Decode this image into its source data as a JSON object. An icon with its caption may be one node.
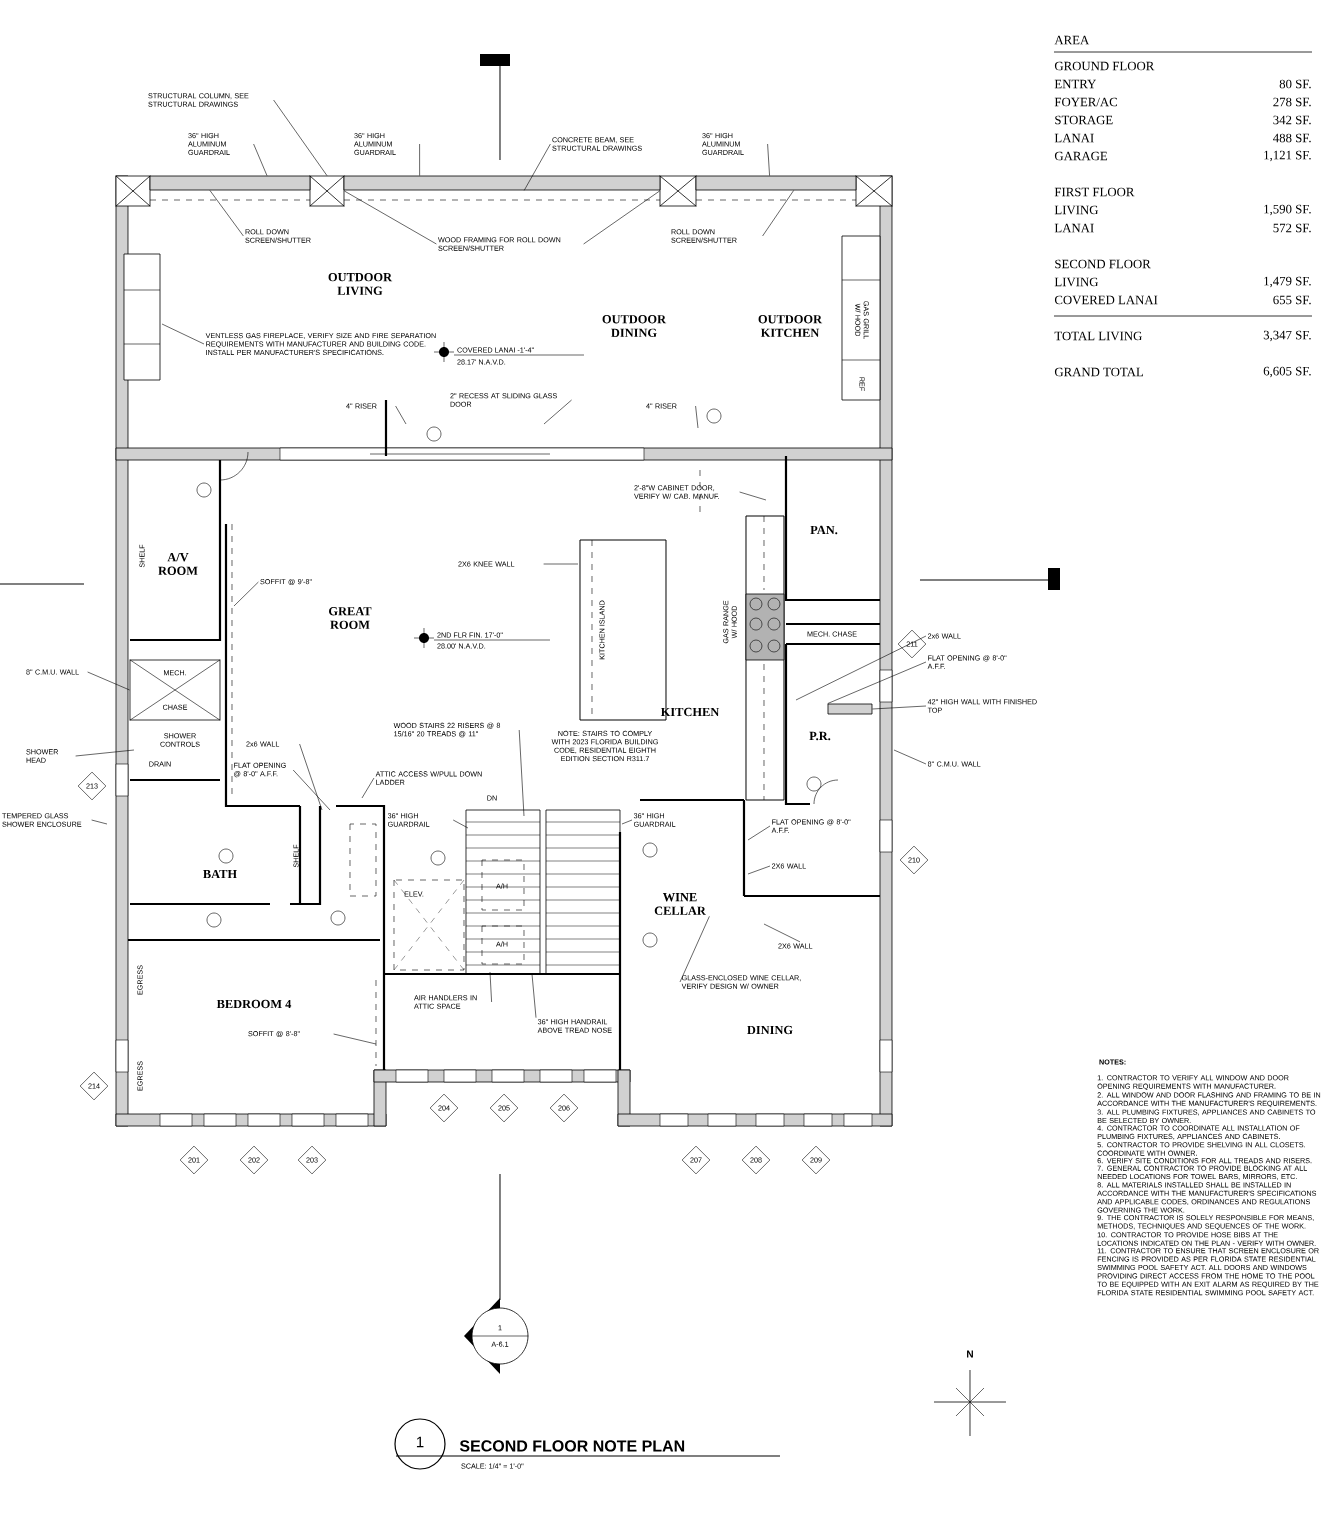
{
  "diagram": {
    "title": "SECOND FLOOR NOTE PLAN",
    "nodes": [
      {
        "text": [
          "STRUCTURAL COLUMN, SEE STRUCTURAL DRAWINGS"
        ]
      },
      {
        "text": [
          "36\" HIGH ALUMINUM GUARDRAIL"
        ]
      },
      {
        "text": [
          "36\" HIGH ALUMINUM GUARDRAIL"
        ]
      },
      {
        "text": [
          "CONCRETE BEAM, SEE STRUCTURAL DRAWINGS"
        ]
      },
      {
        "text": [
          "36\" HIGH ALUMINUM GUARDRAIL"
        ]
      },
      {
        "text": [
          "ROLL DOWN SCREEN/SHUTTER"
        ]
      },
      {
        "text": [
          "WOOD FRAMING FOR ROLL DOWN SCREEN/SHUTTER"
        ]
      },
      {
        "text": [
          "ROLL DOWN SCREEN/SHUTTER"
        ]
      },
      {
        "text": [
          "VENTLESS GAS FIREPLACE, VERIFY SIZE AND FIRE SEPARATION REQUIREMENTS WITH MANUFACTURER AND BUILDING CODE. INSTALL PER MANUFACTURER'S SPECIFICATIONS."
        ]
      },
      {
        "text": [
          "4\" RISER"
        ]
      },
      {
        "text": [
          "2\" RECESS AT SLIDING GLASS DOOR"
        ]
      },
      {
        "text": [
          "4\" RISER"
        ]
      },
      {
        "text": [
          "SOFFIT @ 9'-8\""
        ]
      },
      {
        "text": [
          "2X6 KNEE WALL"
        ]
      },
      {
        "text": [
          "2'-8\"W CABINET DOOR, VERIFY W/ CAB. MANUF."
        ]
      },
      {
        "text": [
          "2x6 WALL"
        ]
      },
      {
        "text": [
          "FLAT OPENING @ 8'-0\" A.F.F."
        ]
      },
      {
        "text": [
          "42\" HIGH WALL WITH FINISHED TOP"
        ]
      },
      {
        "text": [
          "8\" C.M.U. WALL"
        ]
      },
      {
        "text": [
          "FLAT OPENING @ 8'-0\" A.F.F."
        ]
      },
      {
        "text": [
          "2X6 WALL"
        ]
      },
      {
        "text": [
          "2X6 WALL"
        ]
      },
      {
        "text": [
          "GLASS-ENCLOSED WINE CELLAR, VERIFY DESIGN W/ OWNER"
        ]
      },
      {
        "text": [
          "8\" C.M.U. WALL"
        ]
      },
      {
        "text": [
          "SHOWER HEAD"
        ]
      },
      {
        "text": [
          "TEMPERED GLASS SHOWER ENCLOSURE"
        ]
      },
      {
        "text": [
          "2x6 WALL"
        ]
      },
      {
        "text": [
          "FLAT OPENING @ 8'-0\" A.F.F."
        ]
      },
      {
        "text": [
          "ATTIC ACCESS W/PULL DOWN LADDER"
        ]
      },
      {
        "text": [
          "WOOD STAIRS 22 RISERS @ 8 15/16\" 20 TREADS @ 11\""
        ]
      },
      {
        "text": [
          "36\" HIGH GUARDRAIL"
        ]
      },
      {
        "text": [
          "36\" HIGH GUARDRAIL"
        ]
      },
      {
        "text": [
          "AIR HANDLERS IN ATTIC SPACE"
        ]
      },
      {
        "text": [
          "36\" HIGH HANDRAIL ABOVE TREAD NOSE"
        ]
      },
      {
        "text": [
          "SOFFIT @ 8'-8\""
        ]
      },
      {
        "text": [
          "211"
        ]
      },
      {
        "text": [
          "213"
        ]
      },
      {
        "text": [
          "210"
        ]
      },
      {
        "text": [
          "214"
        ]
      },
      {
        "text": [
          "204"
        ]
      },
      {
        "text": [
          "205"
        ]
      },
      {
        "text": [
          "206"
        ]
      },
      {
        "text": [
          "201"
        ]
      },
      {
        "text": [
          "202"
        ]
      },
      {
        "text": [
          "203"
        ]
      },
      {
        "text": [
          "207"
        ]
      },
      {
        "text": [
          "208"
        ]
      },
      {
        "text": [
          "209"
        ]
      },
      {
        "text": [
          "1",
          "A-6.1"
        ]
      },
      {
        "text": [
          "1"
        ]
      },
      {
        "text": [],
        "shape": "box"
      },
      {
        "text": [],
        "shape": "box"
      },
      {
        "text": [],
        "shape": "box"
      },
      {
        "text": [],
        "shape": "box"
      },
      {
        "text": [],
        "shape": "bar"
      },
      {
        "text": [],
        "shape": "bar"
      },
      {
        "text": [],
        "shape": "bar"
      },
      {
        "text": [],
        "shape": "bar"
      },
      {
        "text": [
          "WINE CELLAR"
        ]
      },
      {
        "text": [
          "MECH.",
          "CHASE"
        ]
      }
    ],
    "edges": [
      {
        "from": 0,
        "to": 51,
        "arrow": "none"
      },
      {
        "from": 1,
        "to": 54,
        "arrow": "none"
      },
      {
        "from": 2,
        "to": 55,
        "arrow": "none"
      },
      {
        "from": 3,
        "to": 55,
        "arrow": "none"
      },
      {
        "from": 4,
        "to": 56,
        "arrow": "none"
      },
      {
        "from": 5,
        "to": 54,
        "arrow": "none"
      },
      {
        "from": 6,
        "to": 51,
        "arrow": "none"
      },
      {
        "from": 6,
        "to": 52,
        "arrow": "none"
      },
      {
        "from": 7,
        "to": 56,
        "arrow": "none"
      },
      {
        "from": 8,
        "to": null,
        "arrow": "none"
      },
      {
        "from": 9,
        "to": null,
        "arrow": "none"
      },
      {
        "from": 10,
        "to": null,
        "arrow": "none"
      },
      {
        "from": 11,
        "to": null,
        "arrow": "none"
      },
      {
        "from": 12,
        "to": null,
        "arrow": "none"
      },
      {
        "from": 13,
        "to": null,
        "arrow": "none"
      },
      {
        "from": 14,
        "to": null,
        "arrow": "none"
      },
      {
        "from": 15,
        "to": null,
        "arrow": "none"
      },
      {
        "from": 16,
        "to": 57,
        "arrow": "none"
      },
      {
        "from": 17,
        "to": 57,
        "arrow": "none"
      },
      {
        "from": 18,
        "to": null,
        "arrow": "none"
      },
      {
        "from": 19,
        "to": null,
        "arrow": "none"
      },
      {
        "from": 20,
        "to": null,
        "arrow": "none"
      },
      {
        "from": 21,
        "to": null,
        "arrow": "none"
      },
      {
        "from": 22,
        "to": 58,
        "arrow": "none"
      },
      {
        "from": 23,
        "to": 59,
        "arrow": "none"
      },
      {
        "from": 24,
        "to": null,
        "arrow": "none"
      },
      {
        "from": 25,
        "to": null,
        "arrow": "none"
      },
      {
        "from": 26,
        "to": null,
        "arrow": "none"
      },
      {
        "from": 27,
        "to": null,
        "arrow": "none"
      },
      {
        "from": 28,
        "to": null,
        "arrow": "none"
      },
      {
        "from": 29,
        "to": null,
        "arrow": "none"
      },
      {
        "from": 30,
        "to": null,
        "arrow": "none"
      },
      {
        "from": 31,
        "to": null,
        "arrow": "none"
      },
      {
        "from": 32,
        "to": null,
        "arrow": "none"
      },
      {
        "from": 33,
        "to": null,
        "arrow": "none"
      },
      {
        "from": 34,
        "to": null,
        "arrow": "none"
      }
    ],
    "labels": [
      "AREA",
      "GROUND FLOOR",
      "ENTRY",
      "80 SF.",
      "FOYER/AC",
      "278 SF.",
      "STORAGE",
      "342 SF.",
      "LANAI",
      "488 SF.",
      "GARAGE",
      "1,121 SF.",
      "FIRST FLOOR",
      "LIVING",
      "1,590 SF.",
      "LANAI",
      "572 SF.",
      "SECOND FLOOR",
      "LIVING",
      "1,479 SF.",
      "COVERED LANAI",
      "655 SF.",
      "TOTAL LIVING",
      "3,347 SF.",
      "GRAND TOTAL",
      "6,605 SF.",
      "OUTDOOR LIVING",
      "OUTDOOR DINING",
      "OUTDOOR KITCHEN",
      "GAS GRILL W/ HOOD",
      "REF",
      "COVERED LANAI -1'-4\"",
      "28.17' N.A.V.D.",
      "SHELF",
      "A/V ROOM",
      "PAN.",
      "GREAT ROOM",
      "2ND FLR FIN. 17'-0\"",
      "28.00' N.A.V.D.",
      "KITCHEN ISLAND",
      "GAS RANGE W/ HOOD",
      "MECH. CHASE",
      "KITCHEN",
      "P.R.",
      "SHOWER CONTROLS",
      "DRAIN",
      "NOTE: STAIRS TO COMPLY WITH 2023 FLORIDA BUILDING CODE, RESIDENTIAL EIGHTH EDITION SECTION R311.7",
      "DN",
      "BATH",
      "SHELF",
      "ELEV.",
      "A/H",
      "A/H",
      "EGRESS",
      "BEDROOM 4",
      "DINING",
      "EGRESS",
      "N",
      "SCALE: 1/4\" = 1'-0\"",
      "NOTES:",
      "1. CONTRACTOR TO VERIFY ALL WINDOW AND DOOR OPENING REQUIREMENTS WITH MANUFACTURER.",
      "2. ALL WINDOW AND DOOR FLASHING AND FRAMING TO BE IN ACCORDANCE WITH THE MANUFACTURER'S REQUIREMENTS.",
      "3. ALL PLUMBING FIXTURES, APPLIANCES AND CABINETS TO BE SELECTED BY OWNER.",
      "4. CONTRACTOR TO COORDINATE ALL INSTALLATION OF PLUMBING FIXTURES, APPLIANCES AND CABINETS.",
      "5. CONTRACTOR TO PROVIDE SHELVING IN ALL CLOSETS. COORDINATE WITH OWNER.",
      "6. VERIFY SITE CONDITIONS FOR ALL TREADS AND RISERS.",
      "7. GENERAL CONTRACTOR TO PROVIDE BLOCKING AT ALL NEEDED LOCATIONS FOR TOWEL BARS, MIRRORS, ETC.",
      "8. ALL MATERIALS INSTALLED SHALL BE INSTALLED IN ACCORDANCE WITH THE MANUFACTURER'S SPECIFICATIONS AND APPLICABLE CODES, ORDINANCES AND REGULATIONS GOVERNING THE WORK.",
      "9. THE CONTRACTOR IS SOLELY RESPONSIBLE FOR MEANS, METHODS, TECHNIQUES AND SEQUENCES OF THE WORK.",
      "10. CONTRACTOR TO PROVIDE HOSE BIBS AT THE LOCATIONS INDICATED ON THE PLAN - VERIFY WITH OWNER.",
      "11. CONTRACTOR TO ENSURE THAT SCREEN ENCLOSURE OR FENCING IS PROVIDED AS PER FLORIDA STATE RESIDENTIAL SWIMMING POOL SAFETY ACT. ALL DOORS AND WINDOWS PROVIDING DIRECT ACCESS FROM THE HOME TO THE POOL TO BE EQUIPPED WITH AN EXIT ALARM AS REQUIRED BY THE FLORIDA STATE RESIDENTIAL SWIMMING POOL SAFETY ACT."
    ]
  }
}
